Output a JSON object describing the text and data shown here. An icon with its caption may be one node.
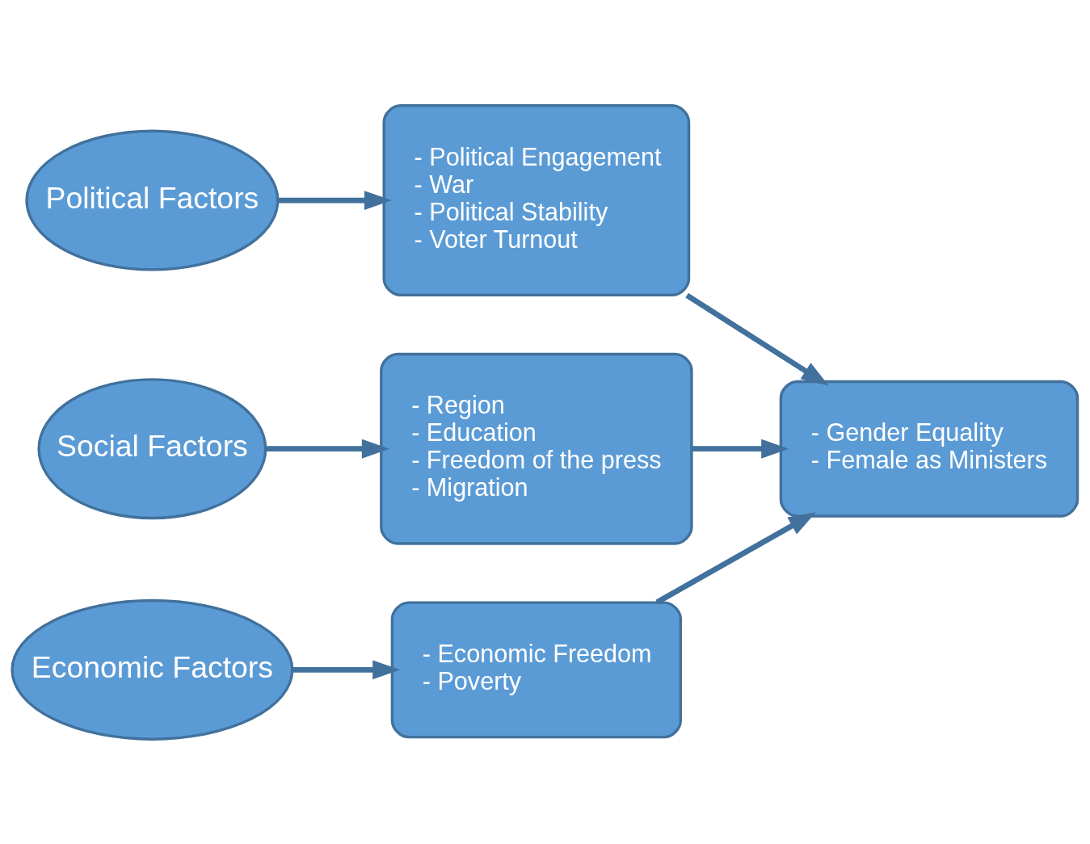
{
  "diagram": {
    "nodes": [
      {
        "text": [
          "Political Factors"
        ]
      },
      {
        "text": [
          "- Political Engagement",
          "- War",
          "- Political Stability",
          "- Voter Turnout"
        ]
      },
      {
        "text": [
          "Social Factors"
        ]
      },
      {
        "text": [
          "- Region",
          "- Education",
          "- Freedom of the press",
          "- Migration"
        ]
      },
      {
        "text": [
          "Economic Factors"
        ]
      },
      {
        "text": [
          "- Economic Freedom",
          "- Poverty"
        ]
      },
      {
        "text": [
          "- Gender Equality",
          "- Female as Ministers"
        ]
      }
    ],
    "edges": [
      {
        "from": 0,
        "to": 1,
        "arrow": "to"
      },
      {
        "from": 1,
        "to": 6,
        "arrow": "to"
      },
      {
        "from": 2,
        "to": 3,
        "arrow": "to"
      },
      {
        "from": 3,
        "to": 6,
        "arrow": "to"
      },
      {
        "from": 4,
        "to": 5,
        "arrow": "to"
      },
      {
        "from": 5,
        "to": 6,
        "arrow": "to"
      }
    ]
  }
}
